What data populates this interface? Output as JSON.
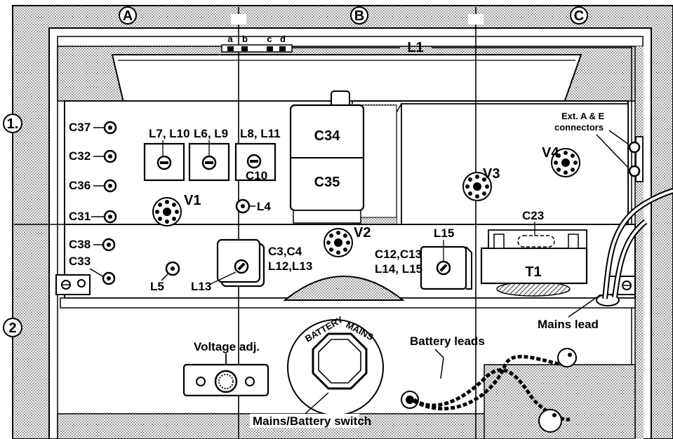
{
  "grid": {
    "columns": [
      "A",
      "B",
      "C"
    ],
    "rows": [
      "1.",
      "2"
    ]
  },
  "labels": {
    "l1": "L1",
    "abcd": [
      "a",
      "b",
      "c",
      "d"
    ],
    "c37": "C37",
    "c32": "C32",
    "c36": "C36",
    "c31": "C31",
    "c38": "C38",
    "c33": "C33",
    "l7l10": "L7, L10",
    "l6l9": "L6, L9",
    "l8l11": "L8, L11",
    "c10": "C10",
    "c34": "C34",
    "c35": "C35",
    "v1": "V1",
    "v2": "V2",
    "v3": "V3",
    "v4": "V4",
    "l4": "L4",
    "l5": "L5",
    "l13": "L13",
    "c3c4": "C3,C4",
    "l12l13": "L12,L13",
    "l15": "L15",
    "c12c13": "C12,C13",
    "l14l15": "L14, L15",
    "c23": "C23",
    "t1": "T1",
    "ext1": "Ext. A & E",
    "ext2": "connectors",
    "mains_lead": "Mains lead",
    "battery_leads": "Battery leads",
    "voltage_adj": "Voltage adj.",
    "switch_label": "Mains/Battery switch",
    "battery": "BATTERY",
    "mains": "MAINS"
  },
  "colors": {
    "ink": "#000000",
    "paper": "#ffffff",
    "stipple": "#9a9a9a"
  }
}
